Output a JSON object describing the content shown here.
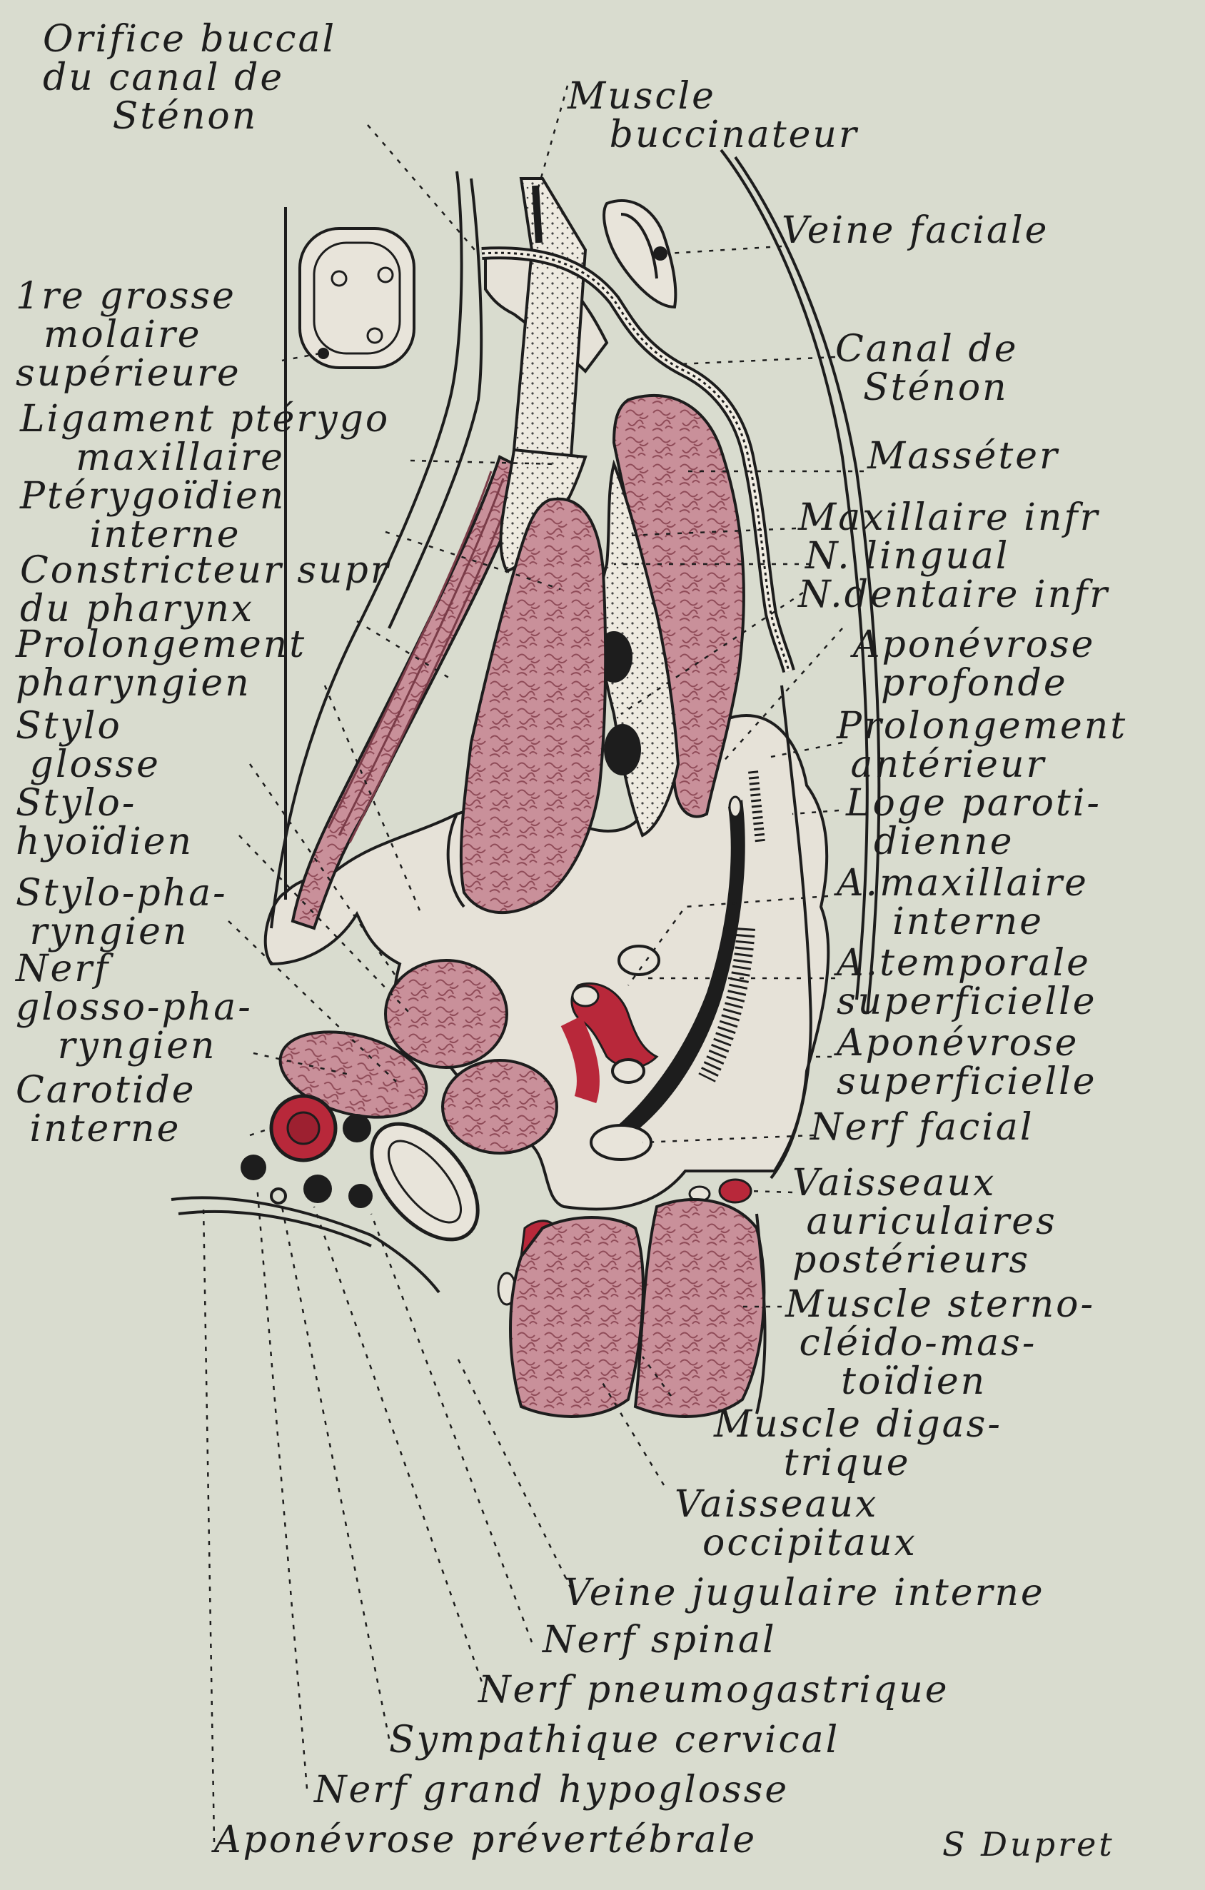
{
  "labels": {
    "orifice": "Orifice buccal\ndu canal de\n     Sténon",
    "muscle_buccinateur": "Muscle\n   buccinateur",
    "veine_faciale": "Veine faciale",
    "grosse_molaire": "1re grosse\n  molaire\nsupérieure",
    "canal_stenon": "Canal de\n  Sténon",
    "ligament": "Ligament ptérygo\n    maxillaire",
    "masseter": "Masséter",
    "pterygoidien": "Ptérygoïdien\n     interne",
    "maxillaire_inf": "Maxillaire infr",
    "n_lingual": "N. lingual",
    "n_dentaire": "N.dentaire infr",
    "constricteur": "Constricteur supr\ndu pharynx",
    "aponevrose_profonde": "Aponévrose\n  profonde",
    "prolongement_pharyngien": "Prolongement\npharyngien",
    "prolongement_anterieur": "Prolongement\n antérieur",
    "stylo_glosse": "Stylo\n glosse",
    "loge_parotidienne": "Loge paroti-\n  dienne",
    "stylo_hyoidien": "Stylo-\nhyoïdien",
    "a_maxillaire_interne": "A.maxillaire\n    interne",
    "stylo_pharyngien": "Stylo-pha-\n ryngien",
    "a_temporale": "A.temporale\nsuperficielle",
    "nerf_glosso": "Nerf\nglosso-pha-\n   ryngien",
    "aponevrose_superficielle": "Aponévrose\nsuperficielle",
    "carotide": "Carotide\n interne",
    "nerf_facial": "Nerf facial",
    "vaisseaux_auriculaires": "Vaisseaux\n auriculaires\npostérieurs",
    "sterno": "Muscle sterno-\n cléido-mas-\n    toïdien",
    "digastrique": "Muscle digas-\n     trique",
    "vaisseaux_occipitaux": "Vaisseaux\n  occipitaux",
    "veine_jugulaire": "Veine jugulaire interne",
    "nerf_spinal": "Nerf spinal",
    "nerf_pneumogastrique": "Nerf pneumogastrique",
    "sympathique": "Sympathique cervical",
    "nerf_hypoglosse": "Nerf grand hypoglosse",
    "aponevrose_prevertebrale": "Aponévrose prévertébrale"
  },
  "signature": "S Dupret",
  "colors": {
    "background": "#d9dccf",
    "muscle": "#c9909a",
    "muscle_dark": "#9d5964",
    "artery": "#b8283a",
    "ink": "#1d1d1d",
    "fascia_fill": "#e6e2d8"
  }
}
